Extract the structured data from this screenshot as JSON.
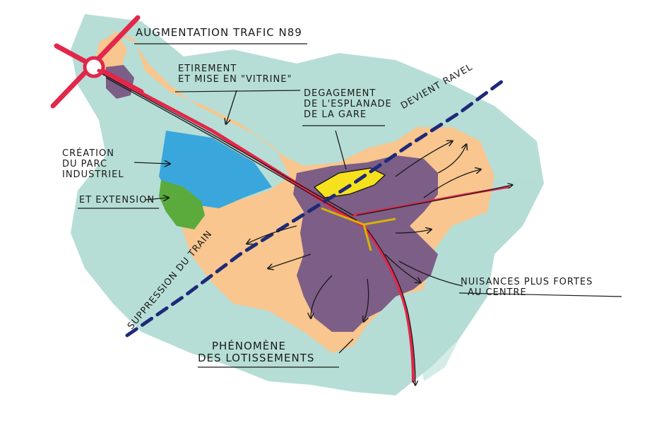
{
  "labels": {
    "augmentation": "AUGMENTATION TRAFIC N89",
    "etirement_1": "ETIREMENT",
    "etirement_2": "ET MISE EN \"VITRINE\"",
    "degagement_1": "DEGAGEMENT",
    "degagement_2": "DE L'ESPLANADE",
    "degagement_3": "DE LA GARE",
    "devient": "DEVIENT RAVEL",
    "creation_1": "CRÉATION",
    "creation_2": "DU PARC",
    "creation_3": "INDUSTRIEL",
    "extension": "ET EXTENSION",
    "suppression": "SUPPRESSION DU TRAIN",
    "nuisances_1": "NUISANCES PLUS FORTES",
    "nuisances_2": "AU CENTRE",
    "phenomene_1": "PHÉNOMÈNE",
    "phenomene_2": "DES LOTISSEMENTS"
  },
  "colors": {
    "teal_wash": "#a9d8d0",
    "orange_wash": "#f8c68e",
    "purple_centre": "#7d5e86",
    "blue_park": "#3aa7dc",
    "green_extension": "#5aab3c",
    "yellow_esplanade": "#f6e21c",
    "red_route": "#e2274a",
    "navy_rail": "#1e2a78",
    "ink": "#1a1a1a"
  }
}
